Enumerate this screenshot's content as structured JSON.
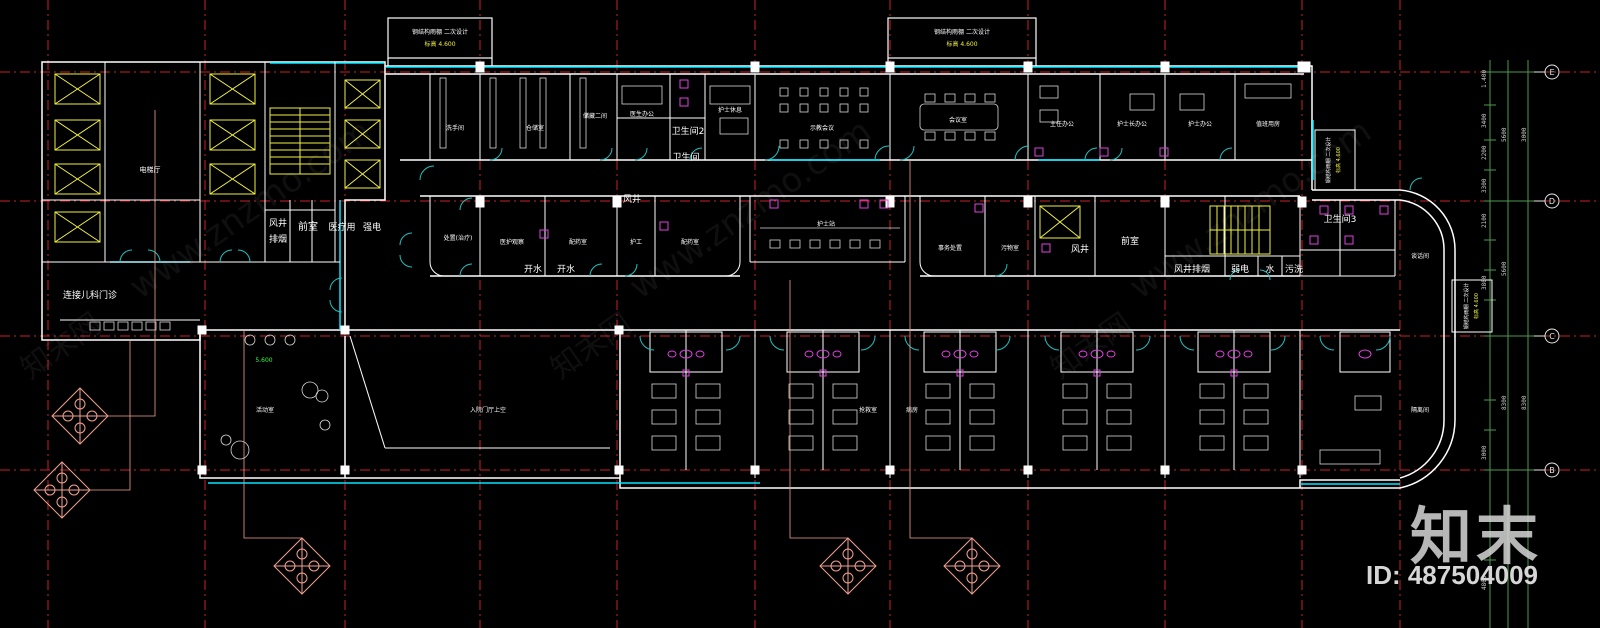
{
  "drawing": {
    "top_labels": [
      "钢结构雨棚  二次设计",
      "钢结构雨棚  二次设计"
    ],
    "top_label_elev": "标高 4.600",
    "right_labels": [
      "钢结构雨棚  二次设计",
      "钢结构雨棚  二次设计"
    ],
    "right_label_elev": "标高 4.600",
    "rooms": {
      "elevator_hall": "电梯厅",
      "anteroom_left": "前室",
      "medical_hall": "医疗用",
      "strong_elec": "强电",
      "fan_shaft": "风井",
      "smoke_exhaust": "排烟",
      "corridor_to_outpatient": "连接儿科门诊",
      "wash_room": "洗手间",
      "store": "仓储室",
      "storage_2": "储藏二间",
      "doctor_office": "医生办公",
      "restroom2": "卫生间2",
      "nurse_lounge": "护士休息",
      "restroom": "卫生间",
      "training": "示教会议",
      "meeting": "会议室",
      "director": "主任办公",
      "head_nurse": "护士长办公",
      "nurse_office": "护士办公",
      "duty_room": "值班用房",
      "treatment": "处置(治疗)",
      "nursing_station": "医护观察",
      "water1": "开水",
      "water2": "开水",
      "nurse_aid": "护工",
      "preparation": "配药室",
      "nurse_station": "护士站",
      "office": "事务处置",
      "dirty": "污物室",
      "front_room": "前室",
      "wind": "风井",
      "wind_exhaust": "风井排烟",
      "weak_elec": "弱电",
      "water3": "水",
      "sewage": "污洗",
      "restroom3": "卫生间3",
      "consult": "谈话间",
      "activity": "活动室",
      "roof": "入院门厅上空",
      "ward_a": "抢救室",
      "ward_b": "病房",
      "isolation": "隔离间"
    },
    "elevation_mark": "5.600",
    "grid_axis": [
      "E",
      "D",
      "C",
      "B"
    ],
    "dims_right": [
      "1.400",
      "3400",
      "2200",
      "3300",
      "5600",
      "3000",
      "2100",
      "3800",
      "5600",
      "8300",
      "3000",
      "8300",
      "4800"
    ],
    "watermark_site": "www.znzmo.com",
    "watermark_cn": "知末网",
    "brand": "知末",
    "id_text": "ID: 487504009"
  },
  "colors": {
    "wall": "#ffffff",
    "glass": "#00e5ff",
    "grid": "#d0202a",
    "door": "#20c0c0",
    "stair": "#f0f040",
    "fixture": "#e040e0",
    "compass": "#f4a090",
    "elevator": "#f0f040",
    "dim": "#4c9a4c"
  }
}
